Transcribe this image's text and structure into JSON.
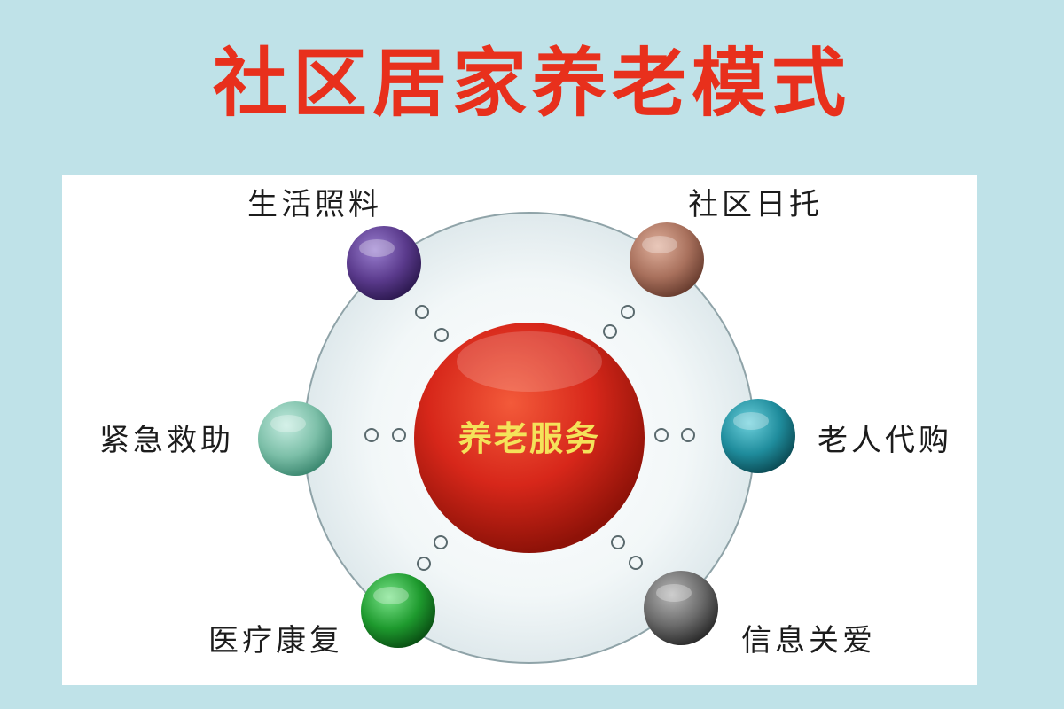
{
  "title": "社区居家养老模式",
  "center": {
    "label": "养老服务",
    "color": "#d7271a"
  },
  "nodes": [
    {
      "label": "生活照料",
      "color": "#5a3a8c"
    },
    {
      "label": "社区日托",
      "color": "#a8705c"
    },
    {
      "label": "紧急救助",
      "color": "#7cbfa8"
    },
    {
      "label": "老人代购",
      "color": "#1f8c9c"
    },
    {
      "label": "医疗康复",
      "color": "#1e9a2e"
    },
    {
      "label": "信息关爱",
      "color": "#6a6a6a"
    }
  ]
}
